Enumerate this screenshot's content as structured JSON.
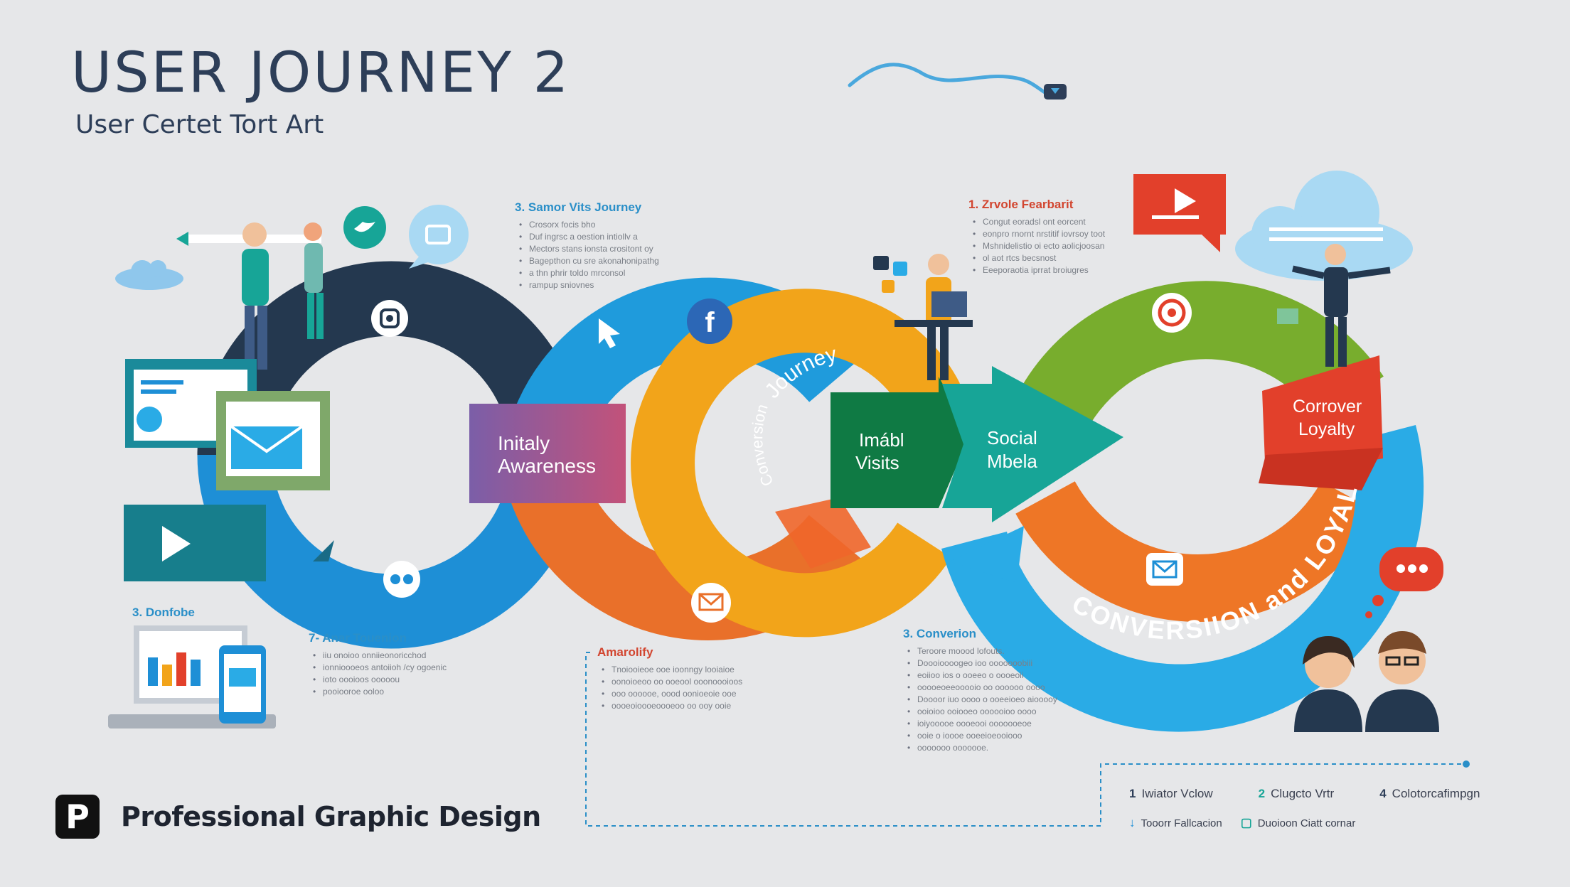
{
  "header": {
    "title": "USER JOURNEY 2",
    "subtitle": "User Certet Tort Art"
  },
  "stages": {
    "awareness": "Initaly\nAwareness",
    "visits": "Imábl\nVisits",
    "social": "Social\nMbela",
    "loyalty": "Corrover\nLoyalty",
    "arc_journey": "Journey",
    "arc_left": "Conversion",
    "conversion_loyalty": "CONVERSIION",
    "conversion_loyalty_and": "and",
    "conversion_loyalty_end": "LOYALTY"
  },
  "notes": [
    {
      "id": "note-search",
      "title": "3. Samor Vits Journey",
      "color": "#2a8fc8",
      "lines": [
        "Crosorx focis bho",
        "Duf ingrsc a oestion intiollv a",
        "Mectors stans ionsta crositont oy",
        "Bagepthon cu sre akonahonipathg",
        "a thn phrir toldo mrconsol",
        "rampup sniovnes"
      ]
    },
    {
      "id": "note-social",
      "title": "1. Zrvole Fearbarit",
      "color": "#d2452f",
      "lines": [
        "Congut eoradsl ont eorcent",
        "eonpro rnornt nrstitif iovrsoy toot",
        "Mshnidelistio oi ecto aolicjoosan",
        "ol aot rtcs becsnost",
        "Eeeporaotia iprrat broiugres"
      ]
    },
    {
      "id": "note-device",
      "title": "3. Donfobe",
      "color": "#2a8fc8",
      "lines": []
    },
    {
      "id": "note-touch",
      "title": "7- Anar Touenion",
      "color": "#2a8fc8",
      "lines": [
        "iiu onoioo onniieonoricchod",
        "ionnioooeos antoiioh /cy ogoenic",
        "ioto oooioos ooooou",
        "pooiooroe ooloo"
      ]
    },
    {
      "id": "note-annual",
      "title": "Amarolify",
      "color": "#d2452f",
      "lines": [
        "Tnoiooieoe ooe ioonngy looiaioe",
        "oonoioeoo oo ooeool ooonoooioos",
        "ooo oooooe, oood oonioeoie ooe",
        "oooeoioooeoooeoo oo ooy ooie"
      ]
    },
    {
      "id": "note-conversion",
      "title": "3. Converion",
      "color": "#2a8fc8",
      "lines": [
        "Teroore moood lofouts.",
        "Doooioooogeo ioo ooooooobiii",
        "eoiioo ios o ooeeo o oooeoii",
        "ooooeoeeooooio oo oooooo oooo",
        "Doooor iuo oooo o ooeeioeo aiooooy",
        "ooioioo ooiooeo oooooioo oooo",
        "ioiyooooe oooeooi ooooooeoe",
        "ooie o ioooe ooeeioeooiooo",
        "ooooooo ooooooe."
      ]
    }
  ],
  "legend": {
    "row1": [
      {
        "num": "1",
        "label": "Iwiator Vclow"
      },
      {
        "num": "2",
        "label": "Clugcto Vrtr"
      },
      {
        "num": "4",
        "label": "Colotorcafimpgn"
      }
    ],
    "row2": [
      {
        "icon": "↓",
        "label": "Tooorr Fallcacion"
      },
      {
        "icon": "▢",
        "label": "Duoioon Ciatt cornar"
      }
    ]
  },
  "brand": {
    "logo_letter": "P",
    "text": "Professional Graphic Design"
  },
  "icons": {
    "instagram": "□",
    "facebook": "f",
    "pinterest": "@",
    "cursor": "▲",
    "play": "▶",
    "email": "✉",
    "dots": "●●"
  },
  "colors": {
    "navy": "#24384f",
    "blue": "#1e8fd6",
    "orange": "#e9702a",
    "yellow": "#f2a41a",
    "green": "#78ad2d",
    "teal": "#17a597",
    "darkgreen": "#0f7a44",
    "red": "#e2402b",
    "lightblue": "#2aabe6",
    "magenta": "#b8527f"
  }
}
